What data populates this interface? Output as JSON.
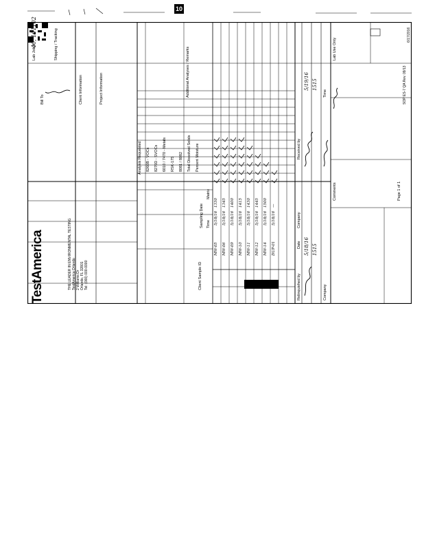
{
  "page_number": "10",
  "brand": {
    "name": "TestAmerica"
  },
  "lab": {
    "name_line": "THE LEADER IN ENVIRONMENTAL TESTING",
    "lines": [
      "TestAmerica Orlando",
      "2 Williams Dr",
      "Orlando, FL 32801",
      "Tel: (000) 000-0000"
    ]
  },
  "header_labels": {
    "client_info": "Client Information",
    "project_info": "Project Information",
    "bill_to": "Bill To",
    "lab_use": "Lab Use Only",
    "lab_job": "Lab Job #",
    "shipping": "Shipping / Tracking",
    "sample_id": "Client Sample ID",
    "sampling_date": "Sampling Date",
    "sampling_time": "Time",
    "matrix": "Matrix",
    "analysis_requested": "Analysis Requested",
    "special_instructions": "Additional Analyses / Remarks",
    "relinquished_by": "Relinquished by",
    "received_by": "Received by",
    "date": "Date",
    "time": "Time",
    "company": "Company",
    "comments": "Comments",
    "page": "Page 1 of 1"
  },
  "lab_job_handwritten": "40, 101102",
  "analyses": [
    "8260B - VOCs",
    "8270D - SVOCs",
    "6010 / 7470 - Metals",
    "RSK-175",
    "8081 / 8082",
    "Total Dissolved Solids",
    "Percent Moisture"
  ],
  "samples": [
    {
      "id": "MW-05",
      "date": "5/18/16",
      "time": "1330"
    },
    {
      "id": "MW-06",
      "date": "5/18/16",
      "time": "1345"
    },
    {
      "id": "MW-09",
      "date": "5/18/16",
      "time": "1400"
    },
    {
      "id": "MW-10",
      "date": "5/18/16",
      "time": "1415"
    },
    {
      "id": "MW-11",
      "date": "5/18/16",
      "time": "1430"
    },
    {
      "id": "MW-12",
      "date": "5/18/16",
      "time": "1445"
    },
    {
      "id": "MW-14",
      "date": "5/18/16",
      "time": "1500"
    },
    {
      "id": "DUP-01",
      "date": "5/18/16",
      "time": "—"
    }
  ],
  "relinquish": {
    "date1": "5/18/16",
    "time1": "1515",
    "date2": "5/19/16",
    "time2": "1515"
  },
  "footer": {
    "form_code": "SOP ES-7 QA Rev. 09/13",
    "date_stamp": "6/17/2016"
  }
}
